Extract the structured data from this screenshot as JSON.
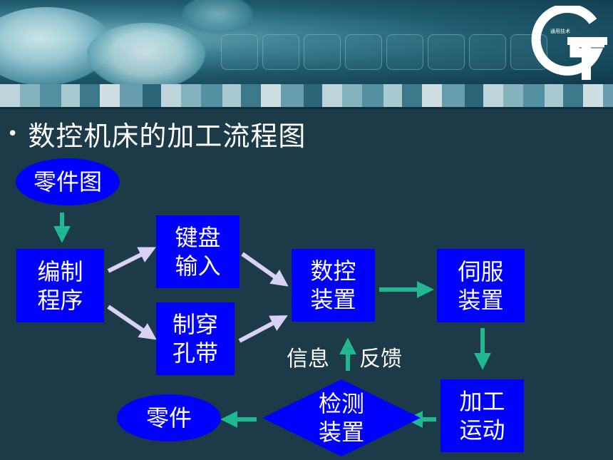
{
  "title": "数控机床的加工流程图",
  "logo": {
    "caption": "通用技术"
  },
  "colors": {
    "background": "#1c3a48",
    "node_fill": "#0000ff",
    "node_text": "#ffffff",
    "arrow_green": "#1fb890",
    "arrow_lavender": "#d8d2f6"
  },
  "nodes": {
    "part_drawing": "零件图",
    "programming": "编制\n程序",
    "keyboard_input": "键盘\n输入",
    "punch_tape": "制穿\n孔带",
    "nc_device": "数控\n装置",
    "servo_device": "伺服\n装置",
    "machining": "加工\n运动",
    "detection": "检测\n装置",
    "part": "零件"
  },
  "labels": {
    "info": "信息",
    "feedback": "反馈"
  }
}
